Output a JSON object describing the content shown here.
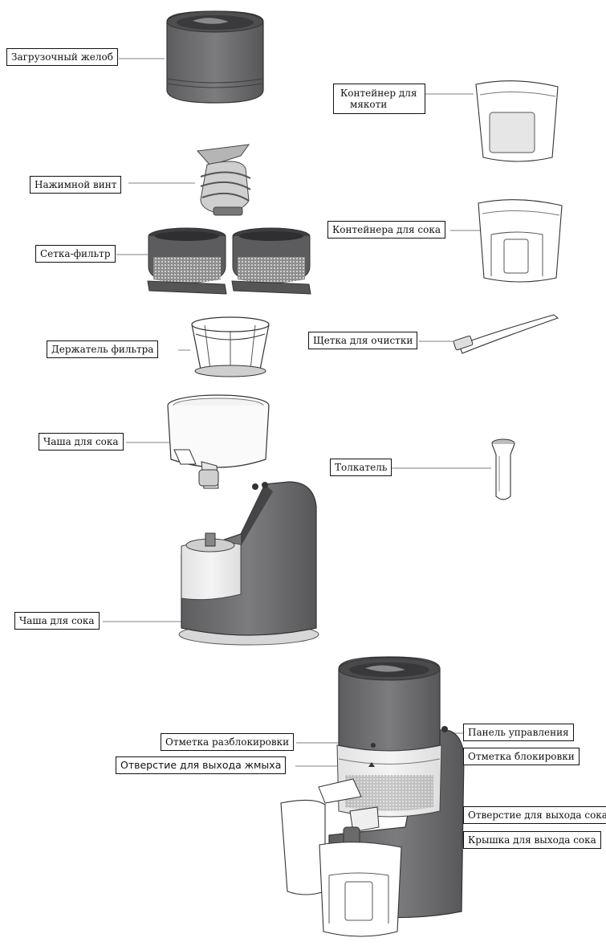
{
  "labels": {
    "hopper": "Загрузочный желоб",
    "auger": "Нажимной винт",
    "filter": "Сетка-фильтр",
    "filter_holder": "Держатель фильтра",
    "juice_bowl": "Чаша для сока",
    "base": "Чаша для сока",
    "pulp_container_line1": "Контейнер для",
    "pulp_container_line2": "мякоти",
    "juice_container": "Контейнера для сока",
    "cleaning_brush": "Щетка для очистки",
    "pusher": "Толкатель",
    "unlock_mark": "Отметка разблокировки",
    "pulp_outlet": "Отверстие для выхода жмыха",
    "control_panel": "Панель управления",
    "lock_mark": "Отметка блокировки",
    "juice_outlet": "Отверстие для выхода сока",
    "juice_outlet_cap": "Крышка для выхода сока"
  },
  "colors": {
    "body_gray": "#6f6f71",
    "body_dark": "#555557",
    "light_part": "#e9e9e9",
    "outline": "#3a3a3a"
  }
}
